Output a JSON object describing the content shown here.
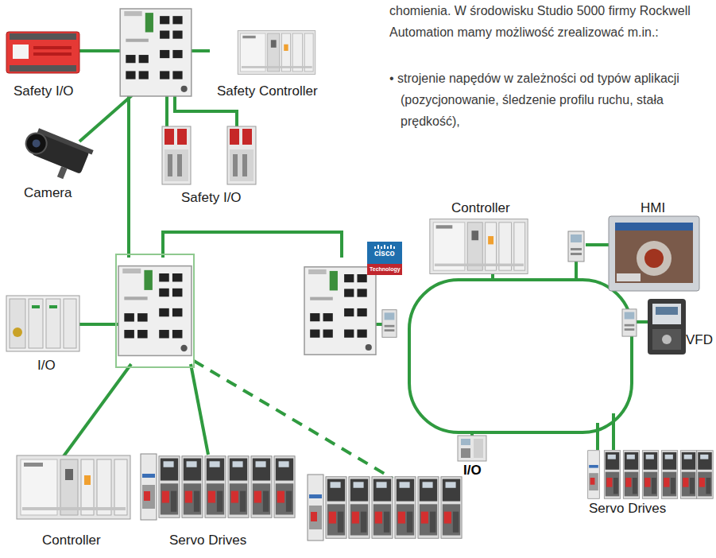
{
  "diagram": {
    "nodes": [
      {
        "text": [
          "Safety I/O"
        ]
      },
      {
        "text": [
          "Safety Controller"
        ]
      },
      {
        "text": [
          "Camera"
        ]
      },
      {
        "text": [
          "Safety I/O"
        ]
      },
      {
        "text": [
          "Controller"
        ]
      },
      {
        "text": [
          "HMI"
        ]
      },
      {
        "text": [
          "VFD"
        ]
      },
      {
        "text": [
          "I/O"
        ]
      },
      {
        "text": [
          "I/O"
        ]
      },
      {
        "text": [
          "Servo Drives"
        ]
      },
      {
        "text": [
          "Controller"
        ]
      },
      {
        "text": [
          "Servo Drives"
        ]
      }
    ],
    "labels": [
      "chomienia. W środowisku Studio 5000 firmy Rockwell Automation mamy możliwość zrealizować m.in.:",
      "• strojenie napędów w zależności od typów aplikacji (pozycjonowanie, śledzenie profilu ruchu, stała prędkość),",
      "cisco",
      "Technology"
    ]
  }
}
